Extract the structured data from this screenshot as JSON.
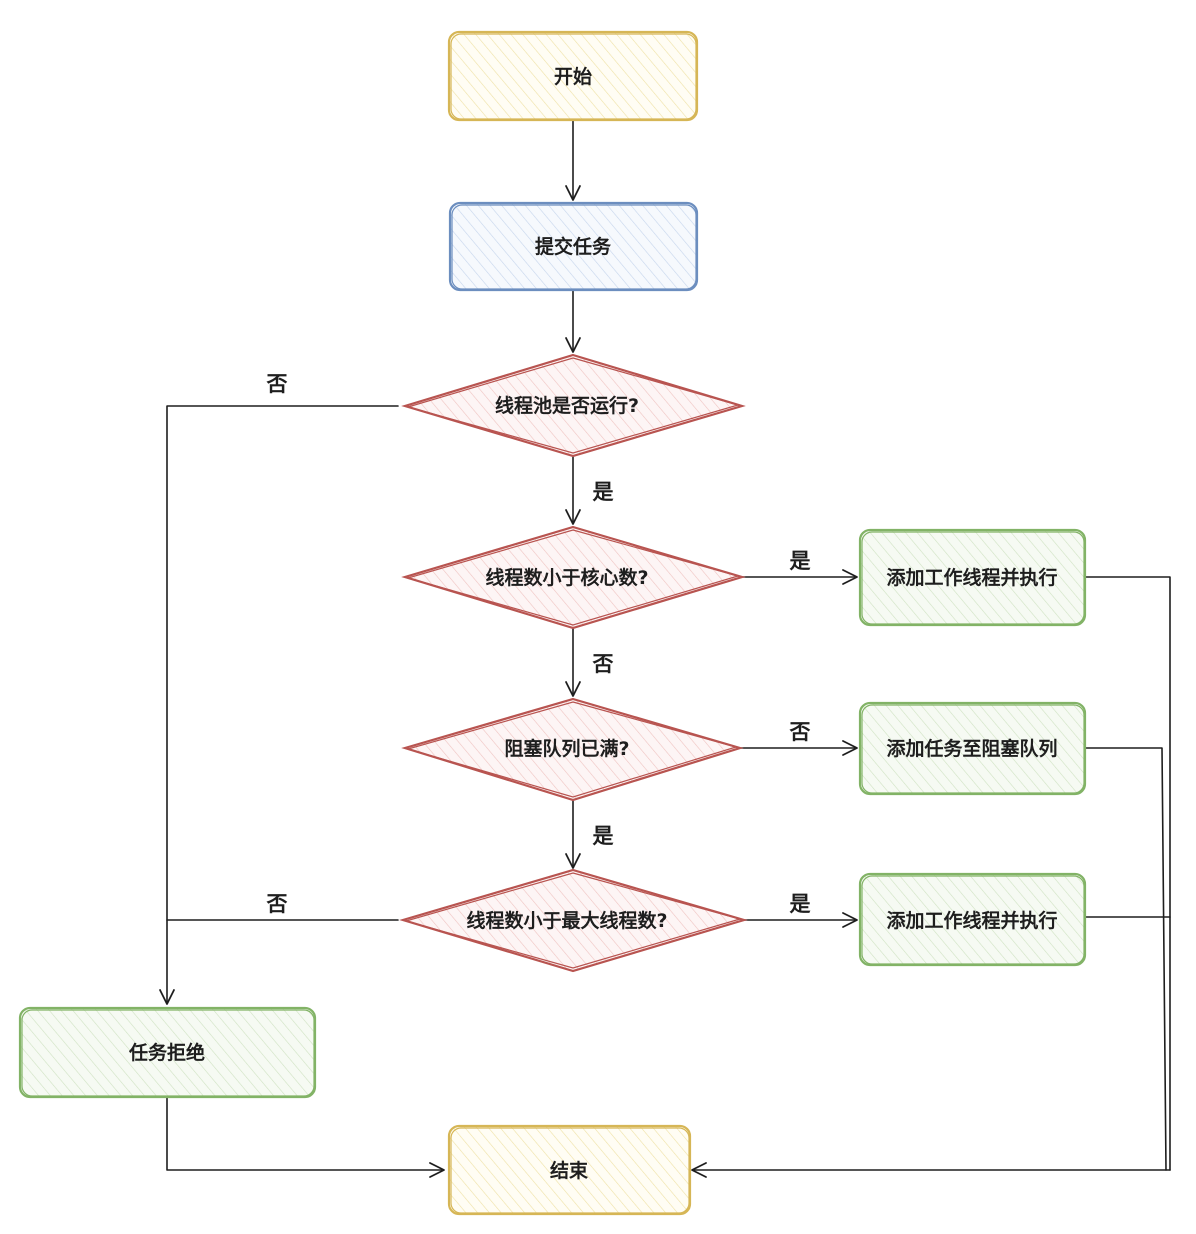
{
  "colors": {
    "yellow_stroke": "#d6b656",
    "blue_stroke": "#6c8ebf",
    "red_stroke": "#b85450",
    "green_stroke": "#82b366",
    "line": "#1e1e1e"
  },
  "nodes": {
    "start": "开始",
    "submit": "提交任务",
    "pool_running": "线程池是否运行?",
    "less_than_core": "线程数小于核心数?",
    "queue_full": "阻塞队列已满?",
    "less_than_max": "线程数小于最大线程数?",
    "add_worker_1": "添加工作线程并执行",
    "add_to_queue": "添加任务至阻塞队列",
    "add_worker_2": "添加工作线程并执行",
    "reject": "任务拒绝",
    "end": "结束"
  },
  "edge_labels": {
    "running_no": "否",
    "running_yes": "是",
    "core_yes": "是",
    "core_no": "否",
    "queue_no": "否",
    "queue_yes": "是",
    "max_no": "否",
    "max_yes": "是"
  }
}
